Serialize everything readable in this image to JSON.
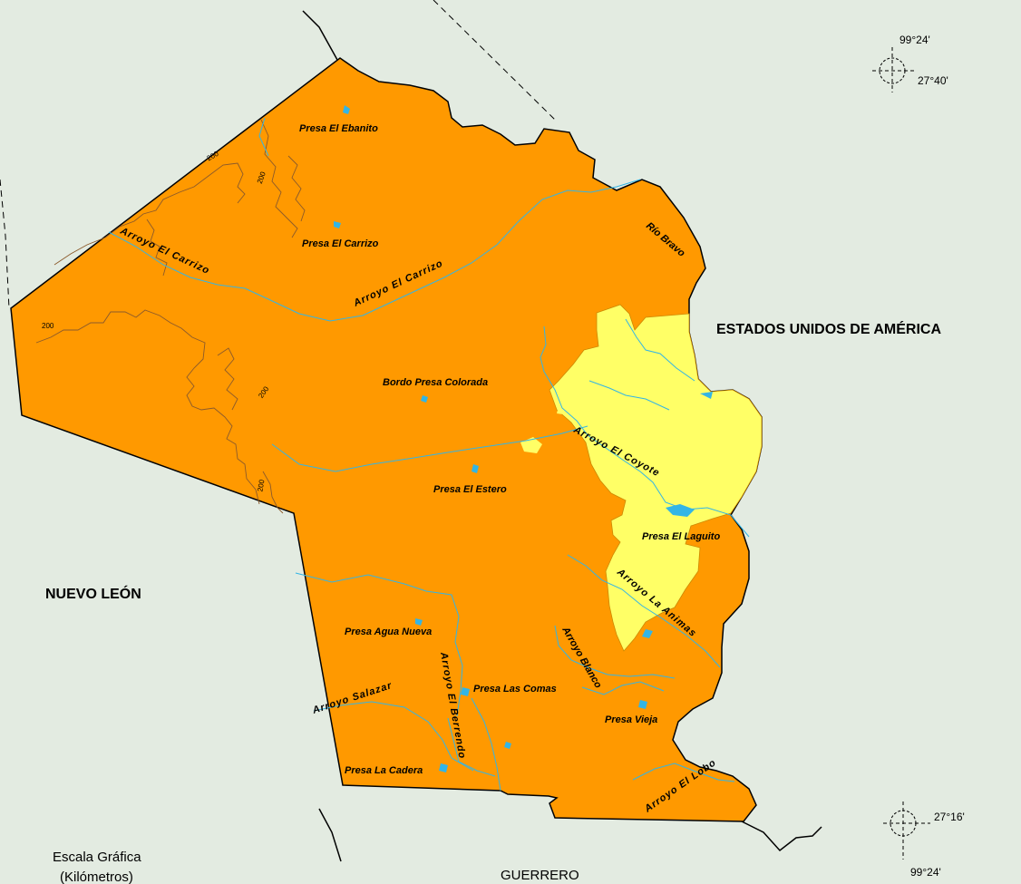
{
  "regions": {
    "usa": "ESTADOS UNIDOS DE AMÉRICA",
    "nuevo_leon": "NUEVO LEÓN",
    "guerrero": "GUERRERO"
  },
  "scale": {
    "line1": "Escala Gráfica",
    "line2": "(Kilómetros)"
  },
  "coordinates": {
    "top_lon": "99°24'",
    "top_lat": "27°40'",
    "bottom_lat": "27°16'",
    "bottom_lon": "99°24'"
  },
  "contour_value": "200",
  "rivers": {
    "rio_bravo": "Río Bravo",
    "carrizo_west": "Arroyo El Carrizo",
    "carrizo_east": "Arroyo El Carrizo",
    "coyote": "Arroyo El Coyote",
    "la_animas": "Arroyo La Animas",
    "blanco": "Arroyo Blanco",
    "berrendo": "Arroyo El Berrendo",
    "salazar": "Arroyo Salazar",
    "lobo": "Arroyo El Lobo"
  },
  "dams": {
    "ebanito": "Presa El Ebanito",
    "carrizo": "Presa El Carrizo",
    "colorada": "Bordo Presa Colorada",
    "estero": "Presa El Estero",
    "laguito": "Presa El Laguito",
    "agua_nueva": "Presa Agua Nueva",
    "las_comas": "Presa Las Comas",
    "vieja": "Presa Vieja",
    "la_cadera": "Presa La Cadera"
  },
  "colors": {
    "background": "#e3ebe1",
    "municipality": "#ff9900",
    "urban": "#ffff66",
    "water": "#33b5e5",
    "contour": "#8b5a2b",
    "border": "#000000"
  }
}
